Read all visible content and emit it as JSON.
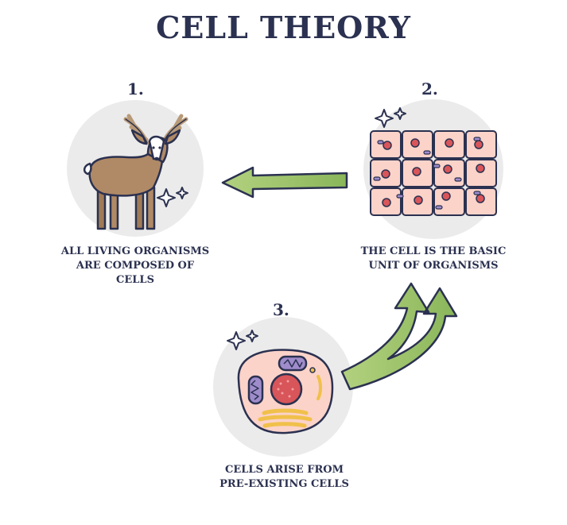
{
  "title": "CELL THEORY",
  "steps": [
    {
      "number": "1.",
      "caption_lines": [
        "ALL LIVING ORGANISMS",
        "ARE COMPOSED OF",
        "CELLS"
      ]
    },
    {
      "number": "2.",
      "caption_lines": [
        "THE CELL IS THE BASIC",
        "UNIT OF ORGANISMS"
      ]
    },
    {
      "number": "3.",
      "caption_lines": [
        "CELLS ARISE FROM",
        "PRE-EXISTING CELLS"
      ]
    }
  ],
  "colors": {
    "text": "#2b3150",
    "circle": "#ebebeb",
    "arrow": "#9cc26b",
    "deer": "#b08a66",
    "cell_body": "#fbd3c9",
    "nucleus": "#d8555a",
    "organelle": "#9f8ccb",
    "golgi": "#f0c04a"
  }
}
